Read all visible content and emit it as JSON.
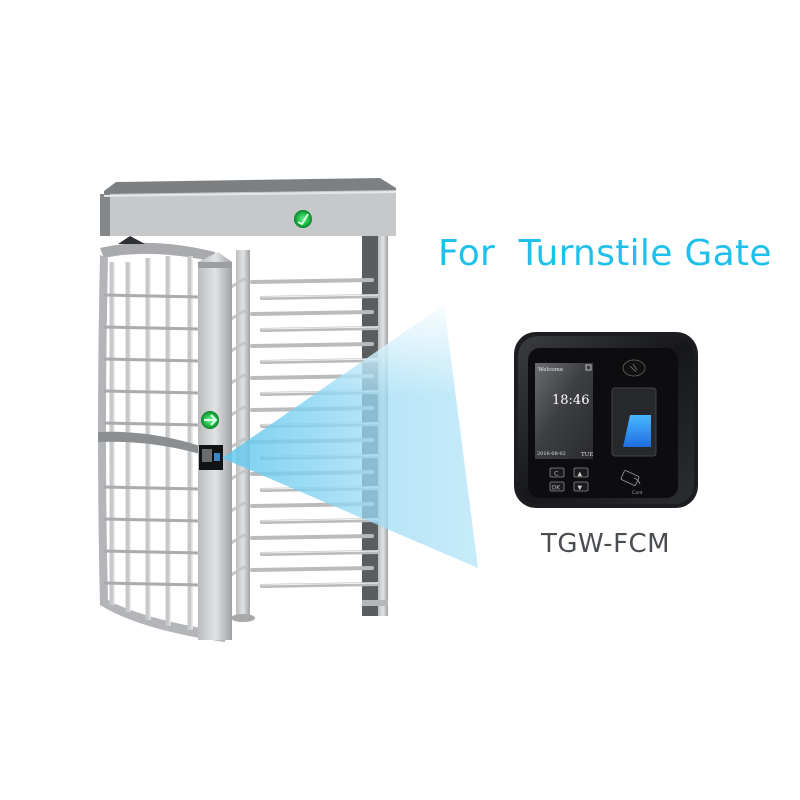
{
  "headline": {
    "text": "For  Turnstile Gate",
    "color": "#1fc0ea"
  },
  "product": {
    "model": "TGW-FCM",
    "model_color": "#4a4d52",
    "device_screen": {
      "greeting": "Welcome",
      "time": "18:46",
      "date": "2016-08-02",
      "weekday": "TUE"
    },
    "keypad": {
      "keys": [
        "C",
        "OK",
        "▲",
        "▼"
      ]
    },
    "card_label": "Card"
  },
  "turnstile": {
    "indicator_top": "green-check",
    "indicator_side": "green-arrow",
    "indicator_color": "#1fbf4a",
    "beam_color": "#8fd8f3"
  }
}
